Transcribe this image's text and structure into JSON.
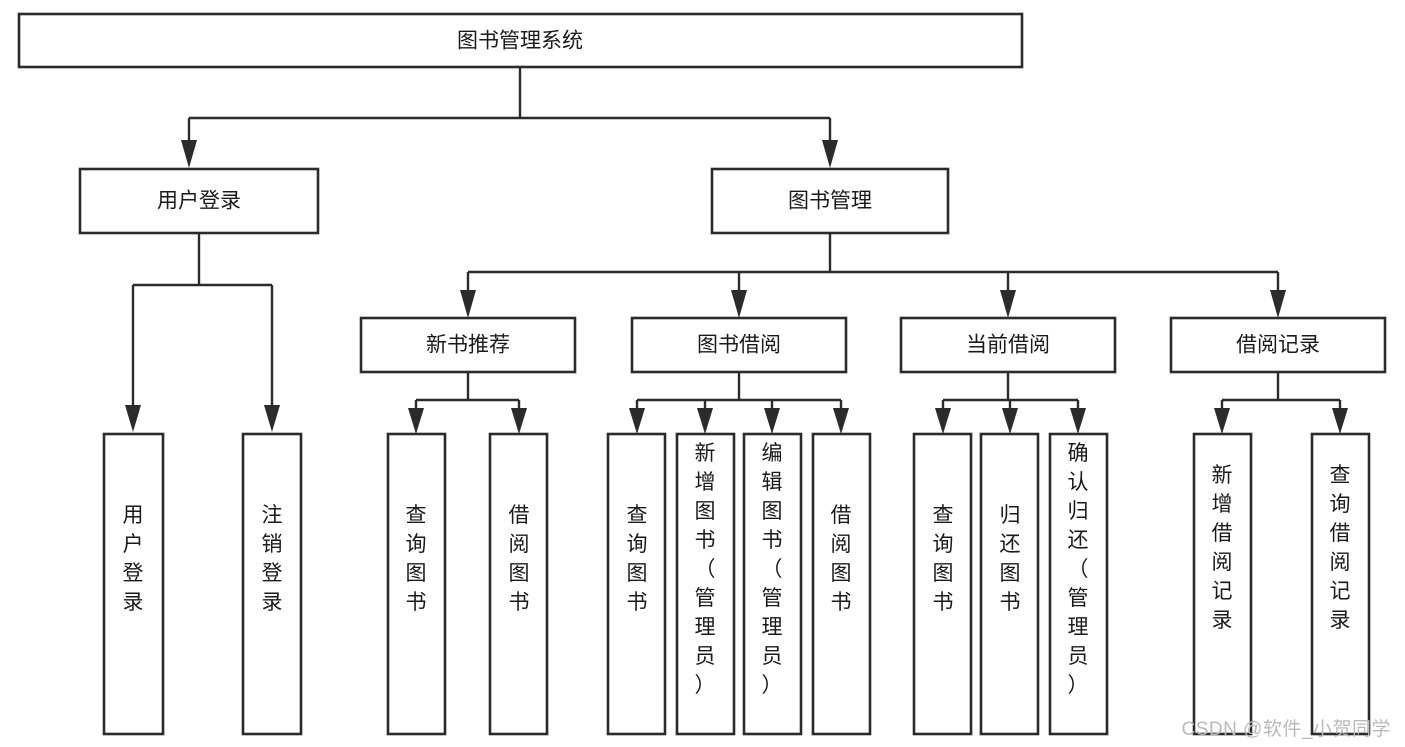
{
  "diagram": {
    "type": "tree-hierarchy",
    "title_node": "图书管理系统",
    "watermark": "CSDN @软件_小贺同学",
    "colors": {
      "box_stroke": "#2b2b2b",
      "box_fill": "#ffffff",
      "line": "#2b2b2b",
      "text": "#1a1a1a",
      "watermark": "#b9b9b9",
      "background": "#ffffff"
    },
    "levels": {
      "level0": [
        {
          "id": "root",
          "label": "图书管理系统",
          "orientation": "horizontal"
        }
      ],
      "level1": [
        {
          "id": "user-login",
          "label": "用户登录",
          "orientation": "horizontal",
          "parent": "root"
        },
        {
          "id": "book-manage",
          "label": "图书管理",
          "orientation": "horizontal",
          "parent": "root"
        }
      ],
      "level2": [
        {
          "id": "new-book-recommend",
          "label": "新书推荐",
          "orientation": "horizontal",
          "parent": "book-manage"
        },
        {
          "id": "book-borrow",
          "label": "图书借阅",
          "orientation": "horizontal",
          "parent": "book-manage"
        },
        {
          "id": "current-borrow",
          "label": "当前借阅",
          "orientation": "horizontal",
          "parent": "book-manage"
        },
        {
          "id": "borrow-record",
          "label": "借阅记录",
          "orientation": "horizontal",
          "parent": "book-manage"
        }
      ],
      "level3": [
        {
          "id": "leaf-user-login",
          "label": "用户登录",
          "orientation": "vertical",
          "parent": "user-login"
        },
        {
          "id": "leaf-logout-login",
          "label": "注销登录",
          "orientation": "vertical",
          "parent": "user-login"
        },
        {
          "id": "leaf-query-book-1",
          "label": "查询图书",
          "orientation": "vertical",
          "parent": "new-book-recommend"
        },
        {
          "id": "leaf-borrow-book-1",
          "label": "借阅图书",
          "orientation": "vertical",
          "parent": "new-book-recommend"
        },
        {
          "id": "leaf-query-book-2",
          "label": "查询图书",
          "orientation": "vertical",
          "parent": "book-borrow"
        },
        {
          "id": "leaf-add-book",
          "label": "新增图书（管理员）",
          "orientation": "vertical",
          "parent": "book-borrow"
        },
        {
          "id": "leaf-edit-book",
          "label": "编辑图书（管理员）",
          "orientation": "vertical",
          "parent": "book-borrow"
        },
        {
          "id": "leaf-borrow-book-2",
          "label": "借阅图书",
          "orientation": "vertical",
          "parent": "book-borrow"
        },
        {
          "id": "leaf-query-book-3",
          "label": "查询图书",
          "orientation": "vertical",
          "parent": "current-borrow"
        },
        {
          "id": "leaf-return-book",
          "label": "归还图书",
          "orientation": "vertical",
          "parent": "current-borrow"
        },
        {
          "id": "leaf-confirm-return",
          "label": "确认归还（管理员）",
          "orientation": "vertical",
          "parent": "current-borrow"
        },
        {
          "id": "leaf-add-record",
          "label": "新增借阅记录",
          "orientation": "vertical",
          "parent": "borrow-record"
        },
        {
          "id": "leaf-query-record",
          "label": "查询借阅记录",
          "orientation": "vertical",
          "parent": "borrow-record"
        }
      ]
    }
  }
}
